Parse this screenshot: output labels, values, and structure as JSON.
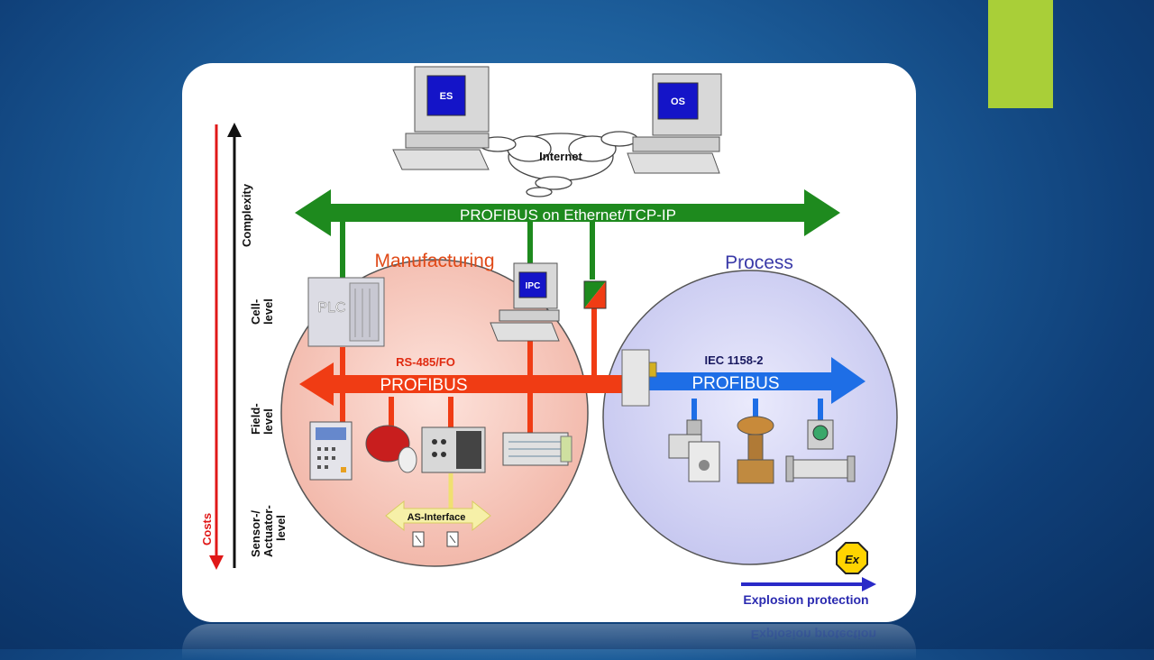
{
  "slide": {
    "accent_color": "#a9cf38"
  },
  "diagram": {
    "top_bus_label": "PROFIBUS on Ethernet/TCP-IP",
    "cloud_label": "Internet",
    "monitor_es": "ES",
    "monitor_os": "OS",
    "monitor_ipc": "IPC",
    "plc_label": "PLC",
    "manufacturing_label": "Manufacturing",
    "process_label": "Process",
    "rs485_label": "RS-485/FO",
    "left_bus_label": "PROFIBUS",
    "iec_label": "IEC 1158-2",
    "right_bus_label": "PROFIBUS",
    "asi_label": "AS-Interface",
    "complexity_label": "Complexity",
    "costs_label": "Costs",
    "level_cell": [
      "Cell-",
      "level"
    ],
    "level_field": [
      "Field-",
      "level"
    ],
    "level_sensor": [
      "Sensor-/",
      "Actuator-",
      "level"
    ],
    "ex_symbol": "Ex",
    "explosion_label": "Explosion protection",
    "colors": {
      "green_bus": "#1e8a1e",
      "red_bus": "#f03c14",
      "blue_bus": "#1e6ee6",
      "manufacturing_text": "#e04a18",
      "process_text": "#3a3aa8"
    }
  }
}
